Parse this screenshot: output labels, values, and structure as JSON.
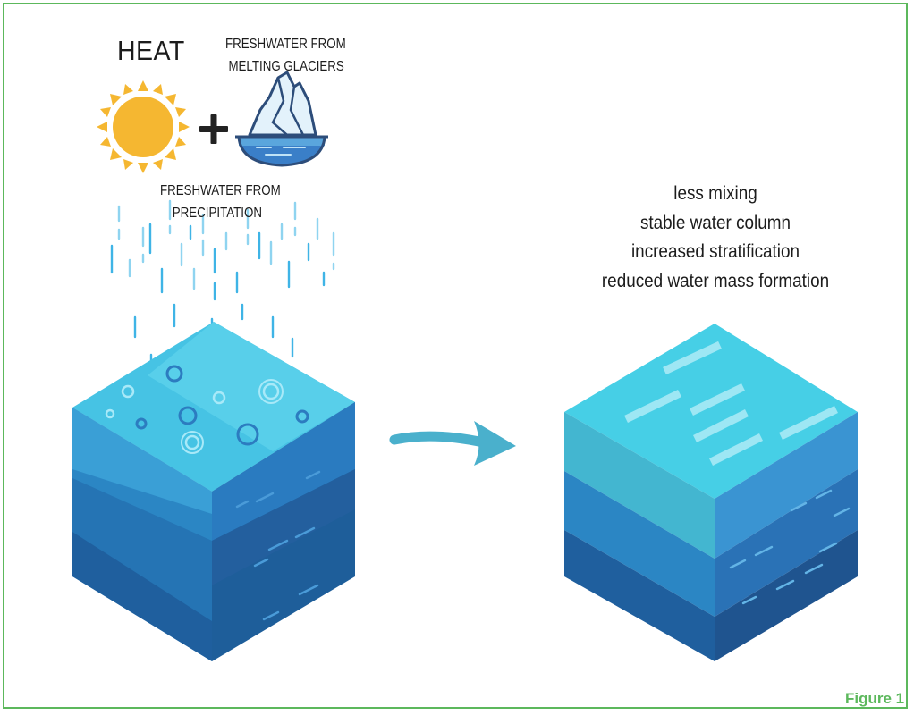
{
  "labels": {
    "heat": "HEAT",
    "glaciers": [
      "FRESHWATER FROM",
      "MELTING GLACIERS"
    ],
    "precipitation": [
      "FRESHWATER FROM",
      "PRECIPITATION"
    ],
    "effects": [
      "less mixing",
      "stable water column",
      "increased stratification",
      "reduced water mass formation"
    ],
    "figure": "Figure 1"
  },
  "icons": [
    "sun-icon",
    "plus-icon",
    "iceberg-icon",
    "rain-icon",
    "arrow-icon"
  ],
  "colors": {
    "frame": "#5cb85c",
    "sun": "#f5b731",
    "surface_top": "#3ec6e0",
    "layer_mid": "#2e8ac9",
    "layer_deep": "#1d4f8c"
  }
}
